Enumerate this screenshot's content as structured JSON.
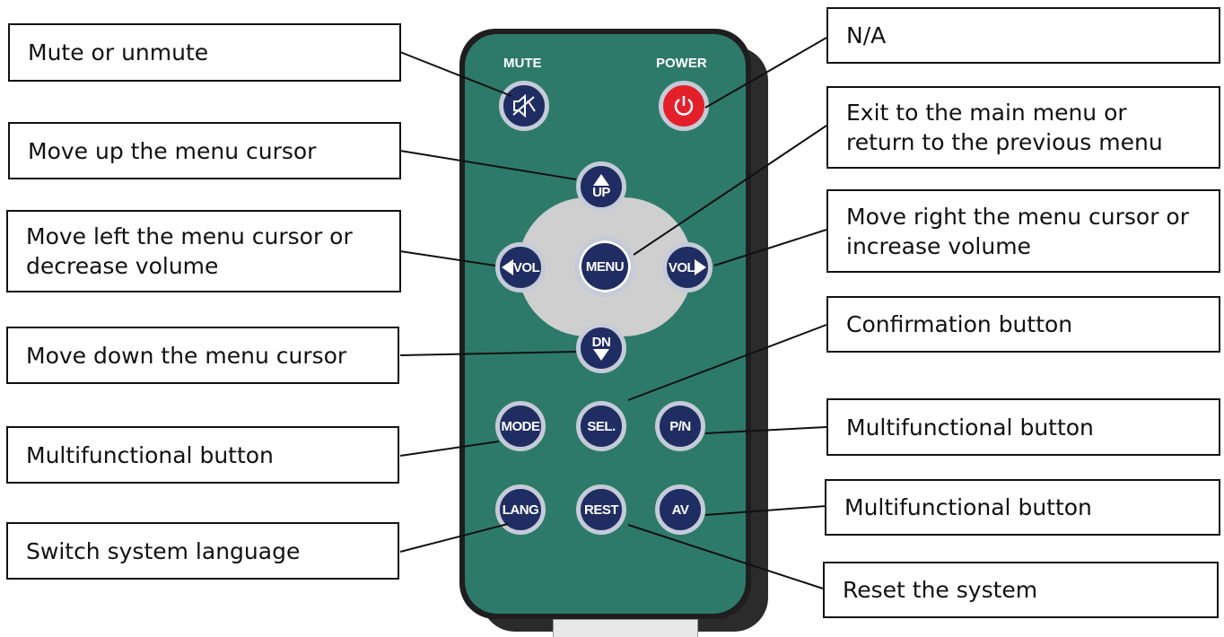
{
  "remote": {
    "labels": {
      "mute": "MUTE",
      "power": "POWER"
    },
    "buttons": {
      "up": "UP",
      "down": "DN",
      "vol_left": "VOL",
      "vol_right": "VOL",
      "menu": "MENU",
      "mode": "MODE",
      "sel": "SEL.",
      "pn": "P/N",
      "lang": "LANG",
      "rest": "REST",
      "av": "AV"
    },
    "icons": {
      "mute": "speaker-muted-icon",
      "power": "power-icon"
    },
    "colors": {
      "body": "#2e7a6a",
      "button": "#1f2d63",
      "power": "#e3202a",
      "pad": "#cfcfcf"
    }
  },
  "callouts": {
    "mute": "Mute or unmute",
    "up": "Move up the menu cursor",
    "left_line1": "Move left the menu cursor or",
    "left_line2": "decrease volume",
    "down": "Move down the menu cursor",
    "mode": "Multifunctional button",
    "lang": "Switch system language",
    "power": "N/A",
    "menu_line1": "Exit to the main menu or",
    "menu_line2": "return to the previous menu",
    "right_line1": "Move right the menu cursor or",
    "right_line2": "increase volume",
    "sel": "Confirmation button",
    "pn": "Multifunctional button",
    "av": "Multifunctional button",
    "rest": "Reset the system"
  }
}
